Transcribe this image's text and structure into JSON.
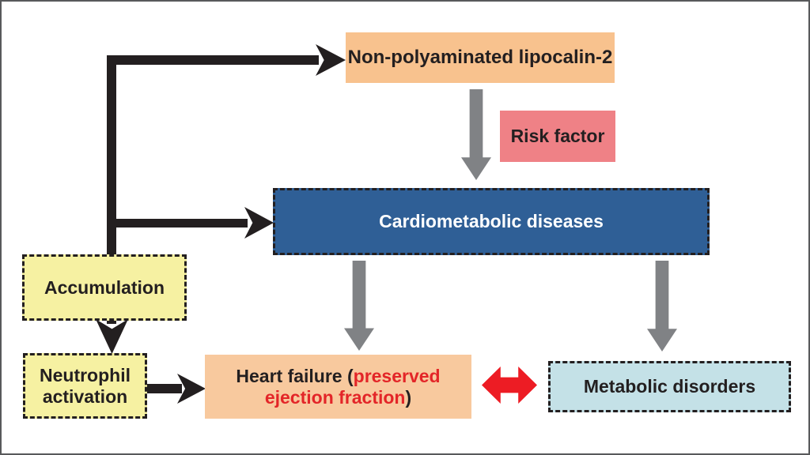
{
  "diagram": {
    "boxes": {
      "lipocalin": {
        "label": "Non-polyaminated lipocalin-2",
        "bg": "#f8c28e",
        "text_color": "#231f20",
        "border": "none"
      },
      "risk_factor": {
        "label": "Risk factor",
        "bg": "#ef8186",
        "text_color": "#231f20",
        "border": "none"
      },
      "cardiometabolic": {
        "label": "Cardiometabolic diseases",
        "bg": "#2f5f96",
        "text_color": "#ffffff",
        "border": "dashed"
      },
      "accumulation": {
        "label": "Accumulation",
        "bg": "#f6f1a2",
        "text_color": "#231f20",
        "border": "dashed"
      },
      "neutrophil_activation": {
        "line1": "Neutrophil",
        "line2": "activation",
        "bg": "#f6f1a2",
        "text_color": "#231f20",
        "border": "dashed"
      },
      "heart_failure": {
        "prefix": "Heart failure (",
        "highlight_line1": "preserved",
        "highlight_line2": "ejection fraction",
        "suffix": ")",
        "bg": "#f8c99e",
        "text_color": "#231f20",
        "highlight_color": "#e32528",
        "border": "none"
      },
      "metabolic_disorders": {
        "label": "Metabolic disorders",
        "bg": "#c4e1e7",
        "text_color": "#231f20",
        "border": "dashed"
      }
    },
    "arrows": [
      {
        "name": "trunk-to-lipocalin",
        "type": "black-elbow-right",
        "from": "trunk",
        "to": "lipocalin"
      },
      {
        "name": "trunk-to-cardiometabolic",
        "type": "black-elbow-right",
        "from": "trunk",
        "to": "cardiometabolic"
      },
      {
        "name": "accumulation-to-neutrophil",
        "type": "black-down",
        "from": "accumulation",
        "to": "neutrophil_activation"
      },
      {
        "name": "neutrophil-to-heart-failure",
        "type": "black-right",
        "from": "neutrophil_activation",
        "to": "heart_failure"
      },
      {
        "name": "lipocalin-to-cardiometabolic",
        "type": "gray-down",
        "from": "lipocalin",
        "to": "cardiometabolic"
      },
      {
        "name": "cardiometabolic-to-heart-failure",
        "type": "gray-down",
        "from": "cardiometabolic",
        "to": "heart_failure"
      },
      {
        "name": "cardiometabolic-to-metabolic-disorders",
        "type": "gray-down",
        "from": "cardiometabolic",
        "to": "metabolic_disorders"
      },
      {
        "name": "heart-failure-metabolic-link",
        "type": "red-double-headed",
        "from": "heart_failure",
        "to": "metabolic_disorders"
      }
    ],
    "colors": {
      "black_line": "#231f20",
      "gray_arrow": "#808285",
      "red_arrow": "#ed1c24",
      "frame_border": "#58595b",
      "background": "#ffffff"
    }
  }
}
